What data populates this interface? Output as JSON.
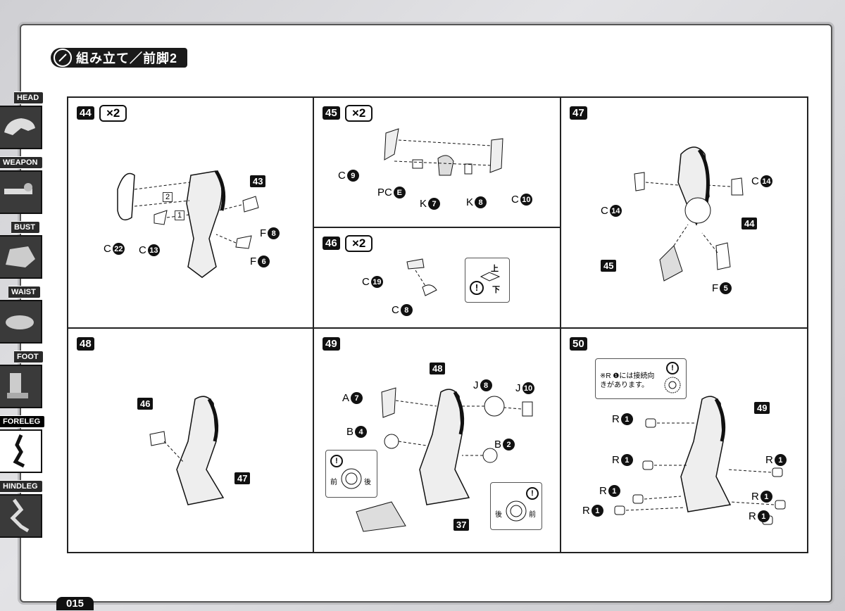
{
  "header": {
    "title": "組み立て／前脚2"
  },
  "sidebar": {
    "items": [
      {
        "label": "HEAD"
      },
      {
        "label": "WEAPON"
      },
      {
        "label": "BUST"
      },
      {
        "label": "WAIST"
      },
      {
        "label": "FOOT"
      },
      {
        "label": "FORELEG"
      },
      {
        "label": "HINDLEG"
      }
    ],
    "active": "FORELEG"
  },
  "steps": {
    "s44": {
      "no": "44",
      "mult": "×2",
      "refs": [
        "43"
      ],
      "boxes": [
        "2",
        "1"
      ],
      "labels": [
        {
          "p": "C",
          "n": "22"
        },
        {
          "p": "C",
          "n": "13"
        },
        {
          "p": "F",
          "n": "8"
        },
        {
          "p": "F",
          "n": "6"
        }
      ]
    },
    "s45": {
      "no": "45",
      "mult": "×2",
      "labels": [
        {
          "p": "C",
          "n": "9"
        },
        {
          "p": "PC",
          "n": "E"
        },
        {
          "p": "K",
          "n": "7"
        },
        {
          "p": "K",
          "n": "8"
        },
        {
          "p": "C",
          "n": "10"
        }
      ]
    },
    "s46": {
      "no": "46",
      "mult": "×2",
      "up": "上",
      "down": "下",
      "labels": [
        {
          "p": "C",
          "n": "19"
        },
        {
          "p": "C",
          "n": "8"
        }
      ]
    },
    "s47": {
      "no": "47",
      "refs": [
        "44",
        "45"
      ],
      "labels": [
        {
          "p": "C",
          "n": "14"
        },
        {
          "p": "C",
          "n": "14"
        },
        {
          "p": "F",
          "n": "5"
        }
      ]
    },
    "s48": {
      "no": "48",
      "refs": [
        "46",
        "47"
      ]
    },
    "s49": {
      "no": "49",
      "refs": [
        "48",
        "37"
      ],
      "front": "前",
      "back": "後",
      "labels": [
        {
          "p": "A",
          "n": "7"
        },
        {
          "p": "J",
          "n": "8"
        },
        {
          "p": "J",
          "n": "10"
        },
        {
          "p": "B",
          "n": "4"
        },
        {
          "p": "B",
          "n": "2"
        }
      ]
    },
    "s50": {
      "no": "50",
      "refs": [
        "49"
      ],
      "note": "※R ❶には接続向きがあります。",
      "labels": [
        {
          "p": "R",
          "n": "1"
        },
        {
          "p": "R",
          "n": "1"
        },
        {
          "p": "R",
          "n": "1"
        },
        {
          "p": "R",
          "n": "1"
        },
        {
          "p": "R",
          "n": "1"
        },
        {
          "p": "R",
          "n": "1"
        },
        {
          "p": "R",
          "n": "1"
        }
      ]
    }
  },
  "footer": {
    "page": "015"
  }
}
